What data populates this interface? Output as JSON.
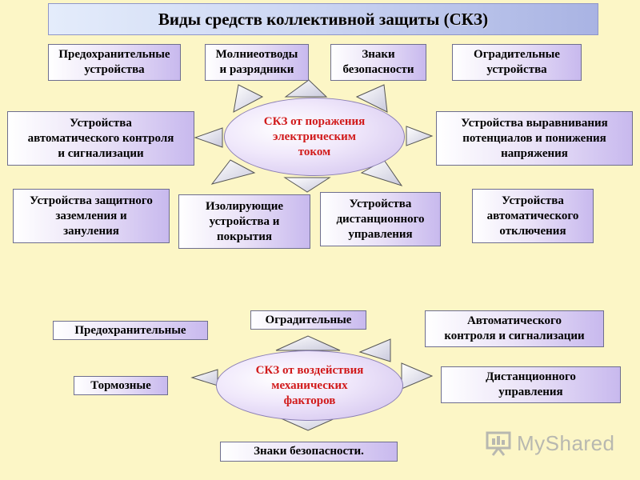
{
  "title": "Виды средств коллективной защиты (СКЗ)",
  "electric": {
    "center": "СКЗ от поражения\nэлектрическим\nтоком",
    "items": [
      "Предохранительные\nустройства",
      "Молниеотводы\nи разрядники",
      "Знаки\nбезопасности",
      "Оградительные\nустройства",
      "Устройства\nавтоматического контроля\nи сигнализации",
      "Устройства выравнивания\nпотенциалов и понижения\nнапряжения",
      "Устройства защитного\nзаземления и\nзануления",
      "Изолирующие\nустройства и\nпокрытия",
      "Устройства\nдистанционного\nуправления",
      "Устройства\nавтоматического\nотключения"
    ]
  },
  "mechanical": {
    "center": "СКЗ от воздействия\nмеханических\nфакторов",
    "items": [
      "Предохранительные",
      "Оградительные",
      "Автоматического\nконтроля и сигнализации",
      "Тормозные",
      "Дистанционного\nуправления",
      "Знаки безопасности."
    ]
  },
  "logo": {
    "text": "MyShared",
    "icon": "presentation-board-icon"
  },
  "colors": {
    "background": "#fcf6c6",
    "center_text": "#d11a1a",
    "box_border": "#6e6e8e"
  }
}
